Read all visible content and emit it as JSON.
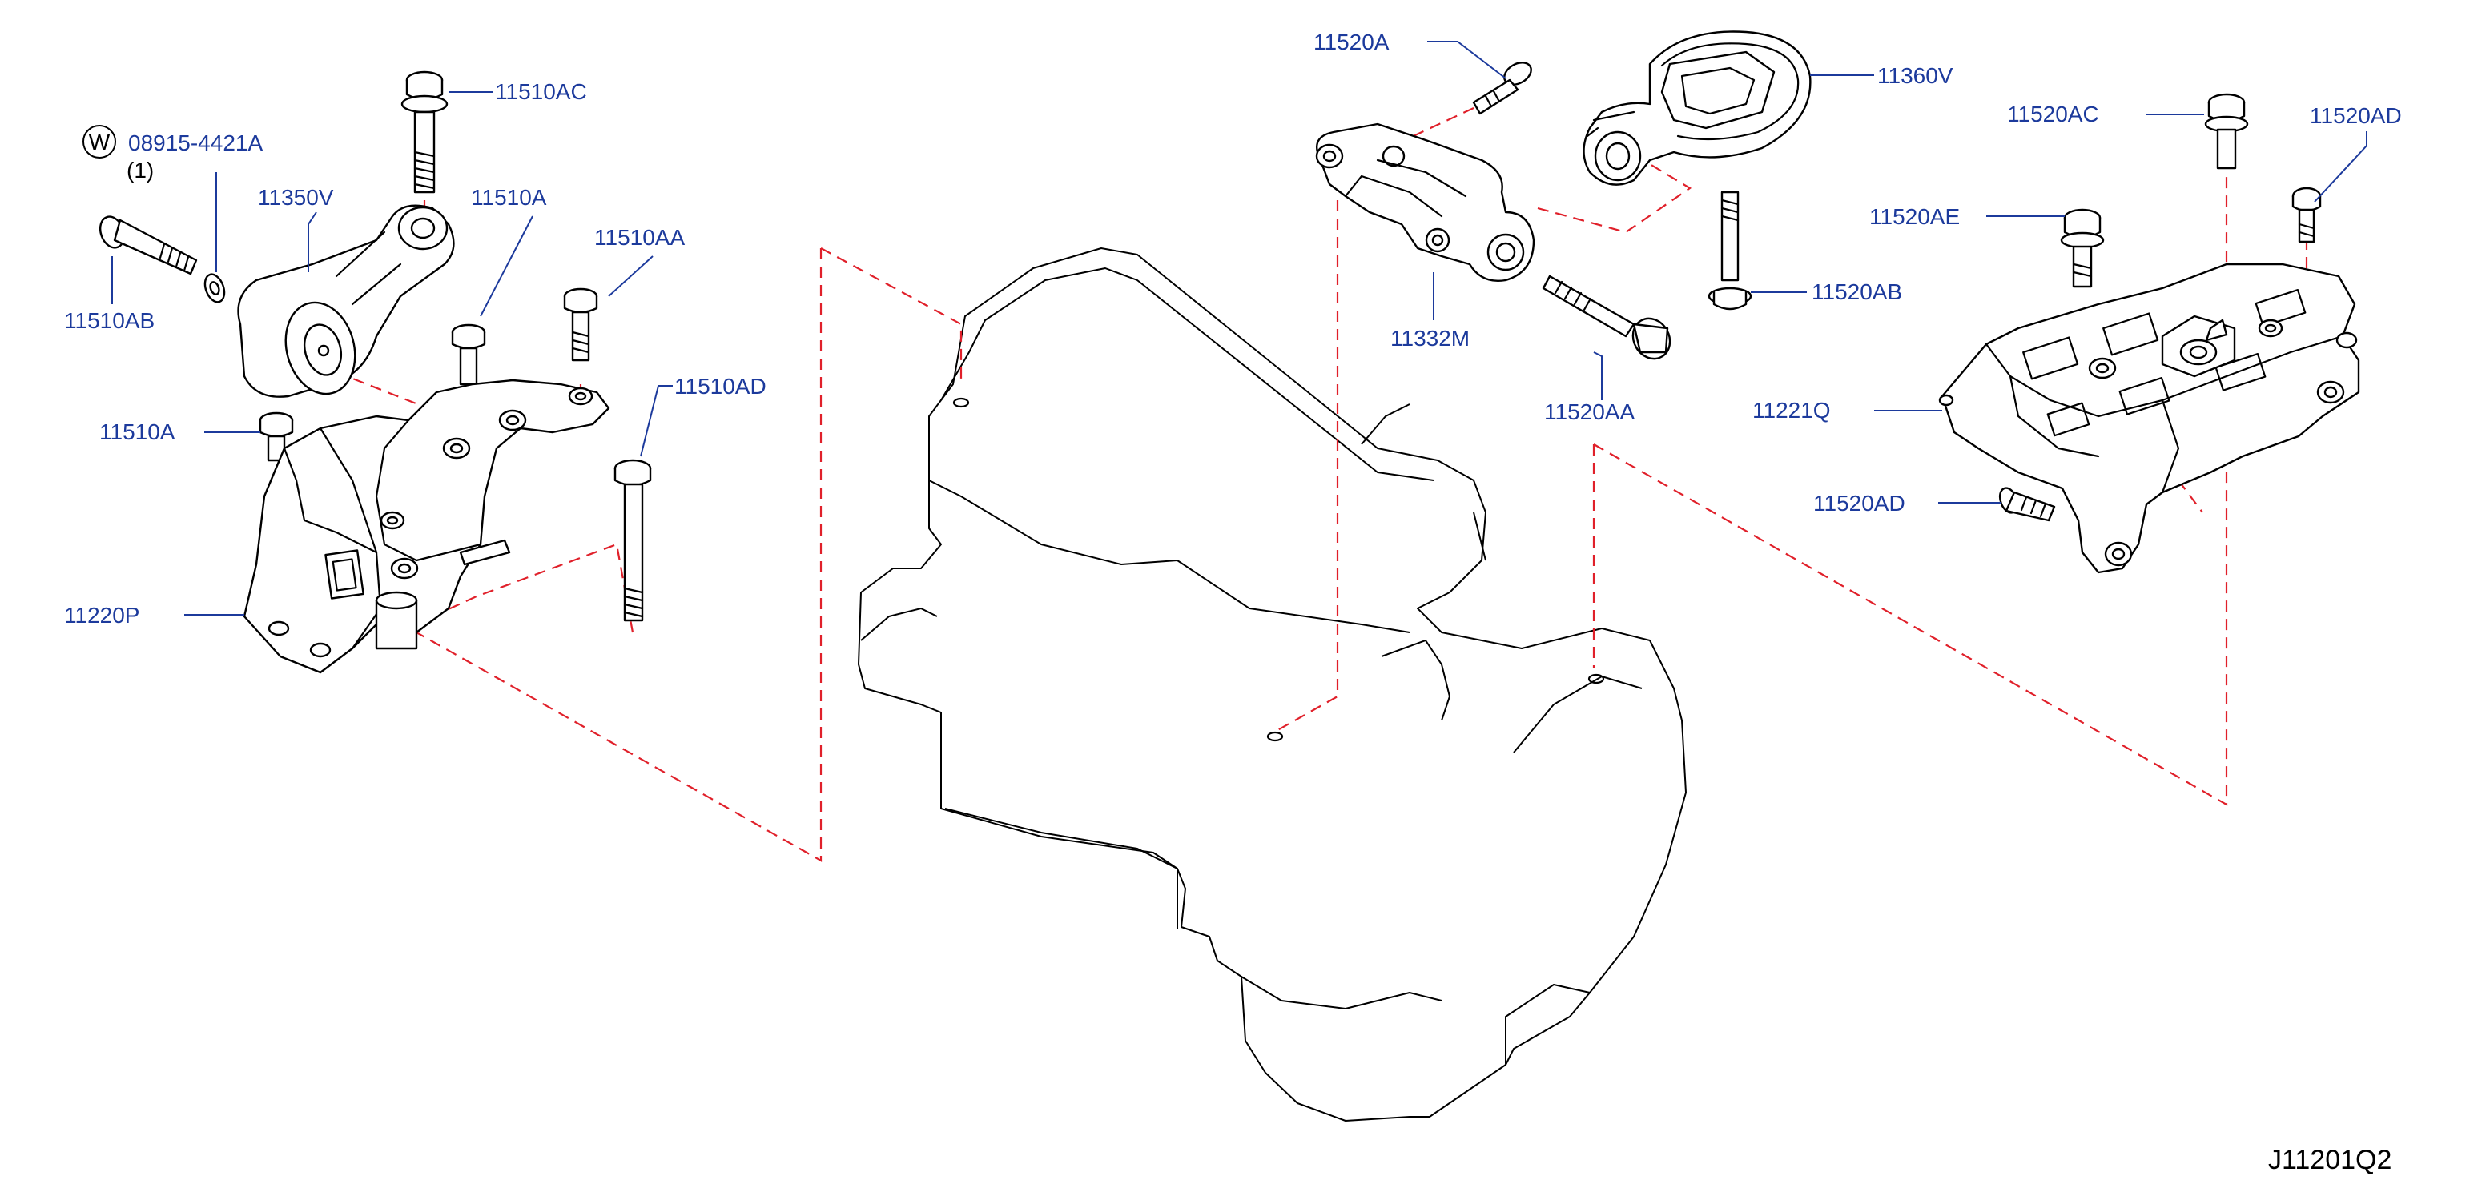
{
  "diagram_id": "J11201Q2",
  "colors": {
    "label": "#1c3a9c",
    "phantom_line": "#e0202a",
    "outline": "#000000"
  },
  "washer_symbol": "W",
  "quantity_note": "(1)",
  "labels": {
    "left": {
      "washer": "08915-4421A",
      "bolt_top": "11510AC",
      "mount_insulator": "11350V",
      "bolt_a_upper": "11510A",
      "bolt_aa": "11510AA",
      "bolt_ab": "11510AB",
      "bolt_ad": "11510AD",
      "bolt_a_lower": "11510A",
      "bracket": "11220P"
    },
    "right": {
      "bolt_a": "11520A",
      "torque_rod": "11360V",
      "bolt_ac": "11520AC",
      "bolt_ad_upper": "11520AD",
      "bolt_ae": "11520AE",
      "bolt_ab": "11520AB",
      "bracket": "11332M",
      "bolt_aa": "11520AA",
      "mount_bracket": "11221Q",
      "bolt_ad_lower": "11520AD"
    }
  }
}
